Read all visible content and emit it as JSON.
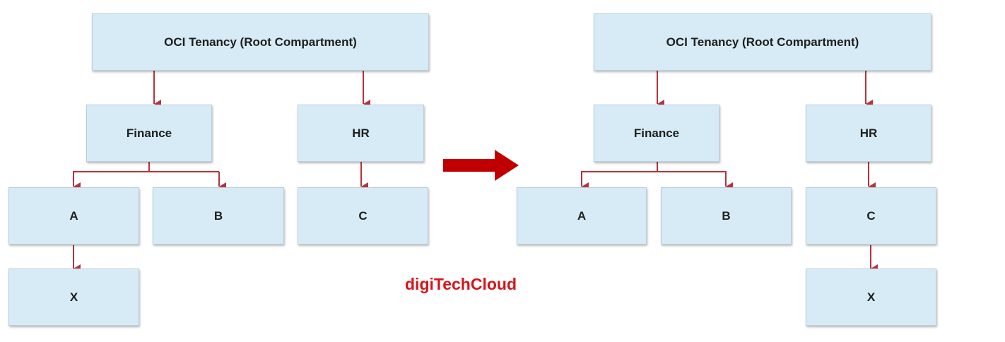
{
  "colors": {
    "box_fill": "#d6ebf5",
    "connector": "#b8323a",
    "transition_arrow": "#c00000",
    "watermark": "#d5141b"
  },
  "before": {
    "root": "OCI Tenancy (Root Compartment)",
    "finance": "Finance",
    "hr": "HR",
    "a": "A",
    "b": "B",
    "c": "C",
    "x": "X"
  },
  "after": {
    "root": "OCI Tenancy (Root Compartment)",
    "finance": "Finance",
    "hr": "HR",
    "a": "A",
    "b": "B",
    "c": "C",
    "x": "X"
  },
  "watermark": "digiTechCloud"
}
